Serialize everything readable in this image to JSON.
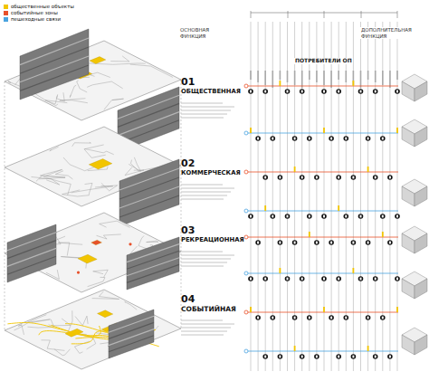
{
  "diagram": {
    "nodes": [
      {
        "text": [
          "01",
          "ОБЩЕСТВЕННАЯ"
        ]
      },
      {
        "text": [
          "02",
          "КОММЕРЧЕСКАЯ"
        ]
      },
      {
        "text": [
          "03",
          "РЕКРЕАЦИОННАЯ"
        ]
      },
      {
        "text": [
          "04",
          "СОБЫТИЙНАЯ"
        ]
      }
    ],
    "labels": [
      "ОСНОВНАЯ ФУНКЦИЯ",
      "ПОТРЕБИТЕЛИ ОП",
      "ДОПОЛНИТЕЛЬНАЯ ФУНКЦИЯ"
    ],
    "legend": [
      {
        "text": "общественные объекты",
        "color": "#f2c500"
      },
      {
        "text": "событийные зоны",
        "color": "#e8502a"
      },
      {
        "text": "пешеходные связи",
        "color": "#4aa3df"
      }
    ]
  }
}
